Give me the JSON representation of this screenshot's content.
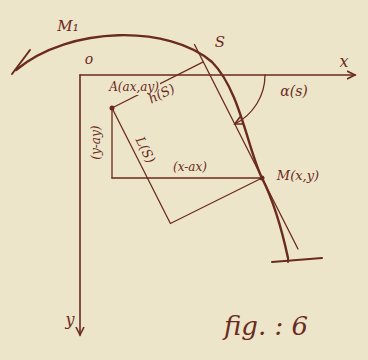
{
  "diagram": {
    "labels": [
      "M₁",
      "o",
      "S",
      "x",
      "α(s)",
      "A(ax,ay)",
      "h(S)",
      "L(S)",
      "(y-ay)",
      "(x-ax)",
      "M(x,y)",
      "y",
      "fig. : 6"
    ]
  }
}
